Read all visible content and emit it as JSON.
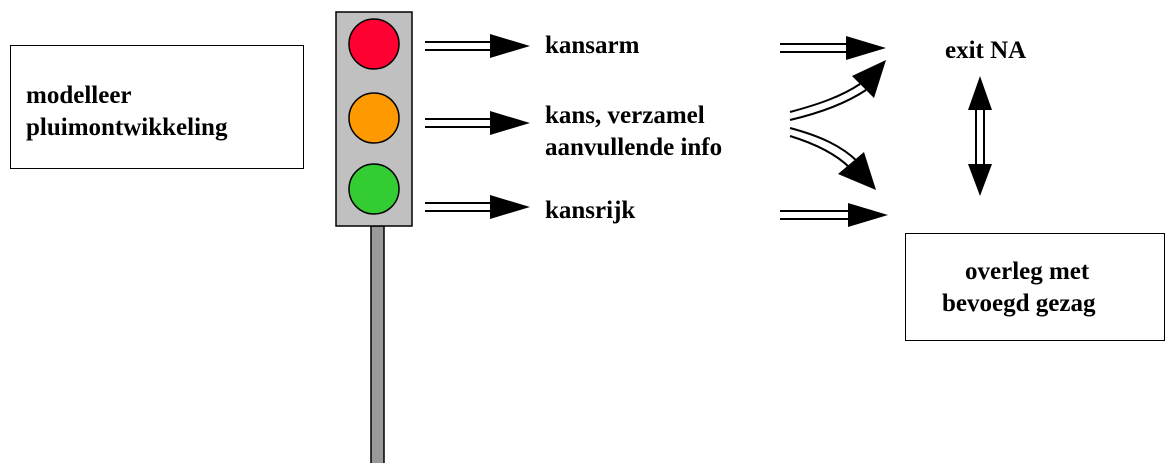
{
  "model_box": {
    "line1": "modelleer",
    "line2": "pluimontwikkeling"
  },
  "outcomes": {
    "red": "kansarm",
    "amber_line1": "kans, verzamel",
    "amber_line2": "aanvullende info",
    "green": "kansrijk"
  },
  "exit": "exit NA",
  "authority_box": {
    "line1": "overleg met",
    "line2": "bevoegd gezag"
  },
  "colors": {
    "red": "#ff0033",
    "amber": "#ff9900",
    "green": "#33cc33",
    "housing": "#c0c0c0",
    "pole": "#999999"
  }
}
